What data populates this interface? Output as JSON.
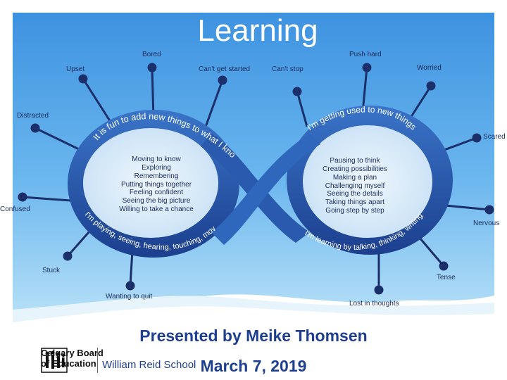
{
  "title": "Learning",
  "feelings": {
    "bored": "Bored",
    "upset": "Upset",
    "cant_get_started": "Can't get started",
    "cant_stop": "Can't stop",
    "push_hard": "Push hard",
    "worried": "Worried",
    "distracted": "Distracted",
    "scared": "Scared",
    "confused": "Confused",
    "nervous": "Nervous",
    "stuck": "Stuck",
    "tense": "Tense",
    "wanting_to_quit": "Wanting to quit",
    "lost_in_thoughts": "Lost in thoughts"
  },
  "band_text": {
    "top_left": "It is fun to add new things to what I know",
    "top_right": "I'm getting used to new things",
    "bottom_left": "I'm playing, seeing, hearing, touching, moving",
    "bottom_right": "I'm learning by talking, thinking, writing"
  },
  "left_loop_items": [
    "Moving to know",
    "Exploring",
    "Remembering",
    "Putting things together",
    "Feeling confident",
    "Seeing the big picture",
    "Willing to take a chance"
  ],
  "right_loop_items": [
    "Pausing to think",
    "Creating possibilities",
    "Making a plan",
    "Challenging myself",
    "Seeing the details",
    "Taking things apart",
    "Going step by step"
  ],
  "footer": {
    "presenter": "Presented by Meike Thomsen",
    "date": "March 7, 2019",
    "board_line1": "Calgary Board",
    "board_line2": "of Education",
    "school": "William Reid School"
  },
  "colors": {
    "sky_top": "#3d92e0",
    "sky_bottom": "#a9d8f6",
    "band_dark": "#1c3f8e",
    "band_mid": "#2d63b8",
    "accent_text": "#1e3f8f"
  }
}
